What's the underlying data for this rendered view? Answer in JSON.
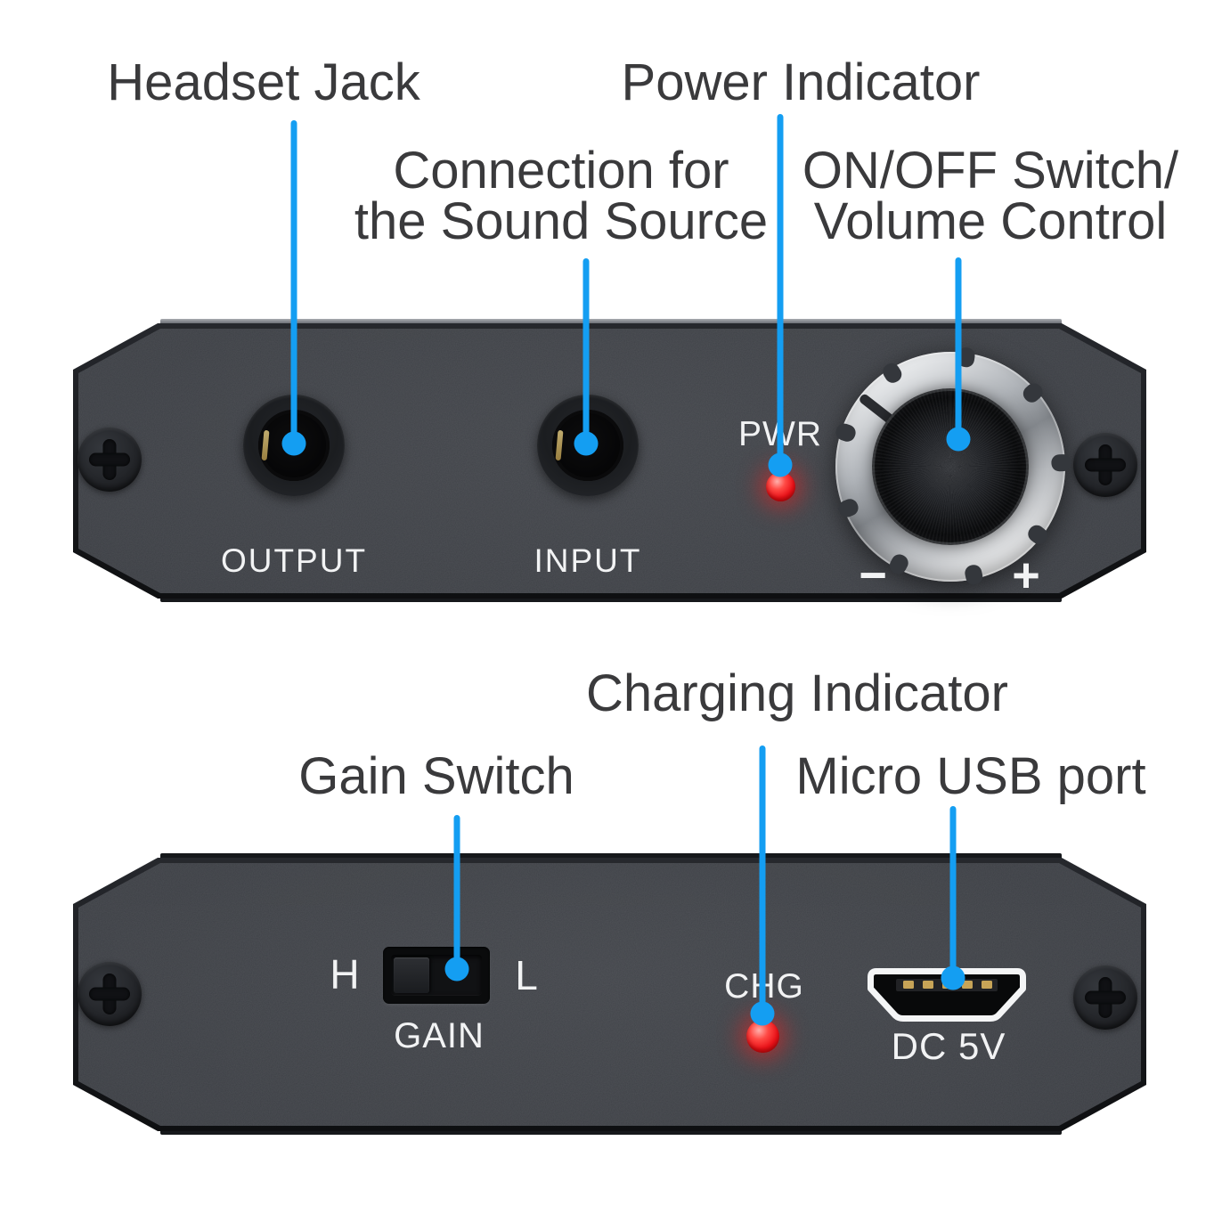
{
  "title": "Headphone amplifier port diagram",
  "colors": {
    "accent": "#149ef2",
    "label_text": "#3a3a3c",
    "panel_text": "#f2f3f4",
    "led_red": "#ea1118"
  },
  "callouts": {
    "headset_jack": {
      "label": "Headset Jack"
    },
    "connection": {
      "label_line1": "Connection for",
      "label_line2": "the Sound Source"
    },
    "power_indicator": {
      "label": "Power Indicator"
    },
    "on_off_volume": {
      "label_line1": "ON/OFF Switch/",
      "label_line2": "Volume Control"
    },
    "gain_switch": {
      "label": "Gain Switch"
    },
    "charging_indicator": {
      "label": "Charging Indicator"
    },
    "micro_usb": {
      "label": "Micro USB port"
    }
  },
  "front_panel": {
    "output_label": "OUTPUT",
    "input_label": "INPUT",
    "pwr_label": "PWR",
    "volume_minus": "−",
    "volume_plus": "+"
  },
  "back_panel": {
    "gain_high": "H",
    "gain_low": "L",
    "gain_label": "GAIN",
    "chg_label": "CHG",
    "dc_label": "DC 5V"
  }
}
